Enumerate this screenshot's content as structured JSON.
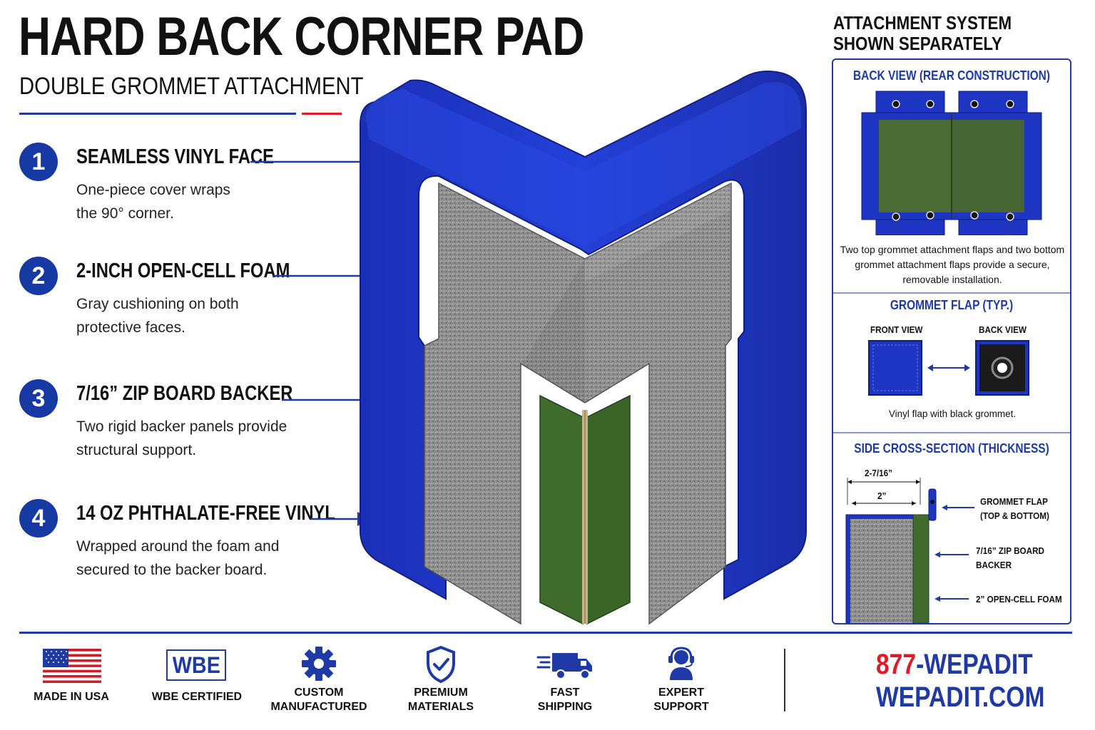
{
  "header": {
    "title": "HARD BACK CORNER PAD",
    "subtitle": "DOUBLE GROMMET ATTACHMENT"
  },
  "features": [
    {
      "number": "1",
      "title": "SEAMLESS VINYL FACE",
      "line1": "One-piece cover wraps",
      "line2": "the 90° corner."
    },
    {
      "number": "2",
      "title": "2-INCH OPEN-CELL FOAM",
      "line1": "Gray cushioning on both",
      "line2": "protective faces."
    },
    {
      "number": "3",
      "title": "7/16” ZIP BOARD BACKER",
      "line1": "Two rigid backer panels provide",
      "line2": "structural support."
    },
    {
      "number": "4",
      "title": "14 OZ PHTHALATE-FREE VINYL",
      "line1": "Wrapped around the foam and",
      "line2": "secured to the backer board."
    }
  ],
  "panel": {
    "heading_line1": "ATTACHMENT SYSTEM",
    "heading_line2": "SHOWN SEPARATELY",
    "back_view": {
      "title": "BACK VIEW (REAR CONSTRUCTION)",
      "caption": "Two top grommet attachment flaps and two bottom grommet attachment flaps provide a secure, removable installation."
    },
    "grommet_flap": {
      "title": "GROMMET FLAP (TYP.)",
      "front_label": "FRONT VIEW",
      "back_label": "BACK VIEW",
      "caption": "Vinyl flap with black grommet."
    },
    "cross_section": {
      "title": "SIDE CROSS-SECTION (THICKNESS)",
      "dim_outer": "2-7/16”",
      "dim_inner": "2”",
      "label_flap_1": "GROMMET FLAP",
      "label_flap_2": "(TOP & BOTTOM)",
      "label_backer_1": "7/16” ZIP BOARD",
      "label_backer_2": "BACKER",
      "label_foam": "2” OPEN-CELL FOAM"
    }
  },
  "badges": [
    {
      "icon": "us-flag-icon",
      "line1": "MADE IN USA",
      "line2": ""
    },
    {
      "icon": "wbe-logo-icon",
      "logo_text": "WBE",
      "line1": "WBE CERTIFIED",
      "line2": ""
    },
    {
      "icon": "gear-icon",
      "line1": "CUSTOM",
      "line2": "MANUFACTURED"
    },
    {
      "icon": "shield-check-icon",
      "line1": "PREMIUM",
      "line2": "MATERIALS"
    },
    {
      "icon": "delivery-truck-icon",
      "line1": "FAST",
      "line2": "SHIPPING"
    },
    {
      "icon": "headset-support-icon",
      "line1": "EXPERT",
      "line2": "SUPPORT"
    }
  ],
  "contact": {
    "phone_prefix": "877",
    "phone_rest": "-WEPADIT",
    "website": "WEPADIT.COM"
  },
  "colors": {
    "vinyl_blue": "#1e35c4",
    "brand_blue": "#1f3aa6",
    "accent_red": "#e01b24",
    "foam_gray": "#8a8a8a",
    "backer_green": "#3f6b2c"
  }
}
